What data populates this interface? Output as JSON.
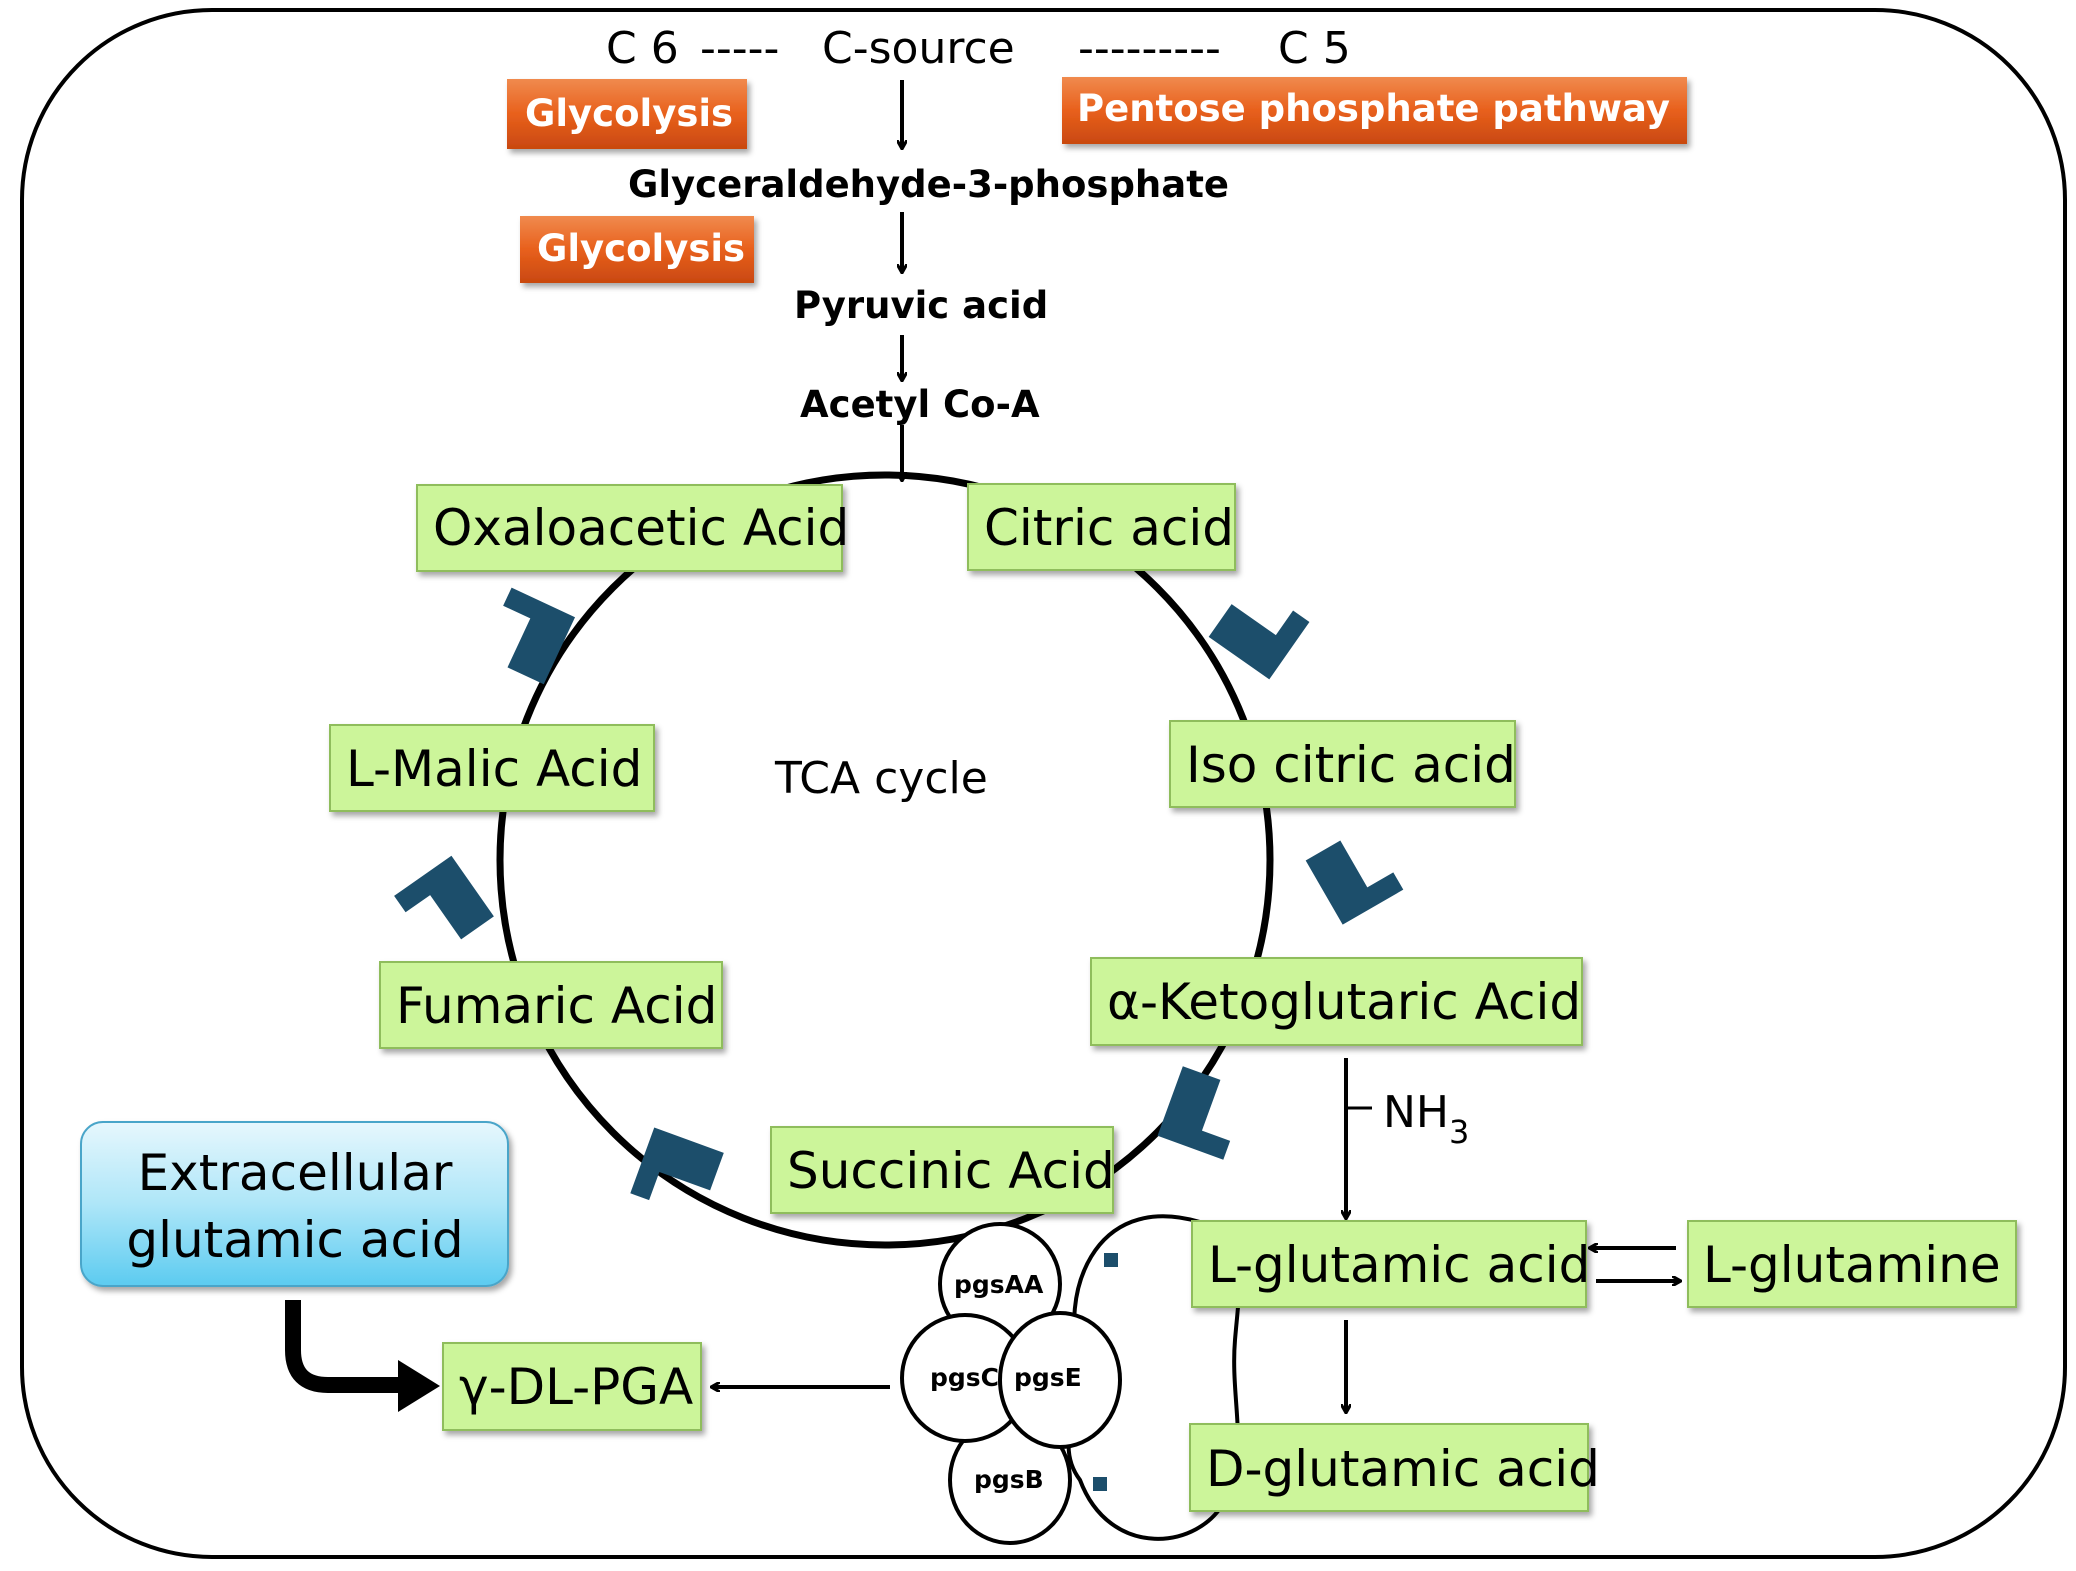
{
  "sources": {
    "c6": "C 6",
    "dash_left": "-----",
    "csource": "C-source",
    "dash_right": "---------",
    "c5": "C 5"
  },
  "pathways": {
    "glycolysis_1": "Glycolysis",
    "glycolysis_2": "Glycolysis",
    "ppp": "Pentose phosphate pathway"
  },
  "intermediates": {
    "g3p": "Glyceraldehyde-3-phosphate",
    "pyruvic": "Pyruvic acid",
    "acetyl": "Acetyl Co-A"
  },
  "tca": {
    "center_label": "TCA cycle",
    "oxaloacetic": "Oxaloacetic Acid",
    "citric": "Citric acid",
    "isocitric": "Iso citric acid",
    "ketoglutaric": "α-Ketoglutaric Acid",
    "succinic": "Succinic Acid",
    "fumaric": "Fumaric Acid",
    "malic": "L-Malic Acid"
  },
  "glutamate": {
    "nh3_main": "NH",
    "nh3_sub": "3",
    "l_glutamic": "L-glutamic acid",
    "l_glutamine": "L-glutamine",
    "d_glutamic": "D-glutamic acid",
    "product": "γ-DL-PGA",
    "extracellular_line1": "Extracellular",
    "extracellular_line2": "glutamic acid"
  },
  "genes": {
    "pgsAA": "pgsAA",
    "pgsC": "pgsC",
    "pgsE": "pgsE",
    "pgsB": "pgsB"
  },
  "colors": {
    "green_box": "#ccf59a",
    "green_border": "#8fbd5c",
    "orange_pill": "#e8601c",
    "enzyme": "#1c4e6b",
    "blue_box_top": "#d9f3fb",
    "blue_box_bottom": "#5ccbf0"
  }
}
